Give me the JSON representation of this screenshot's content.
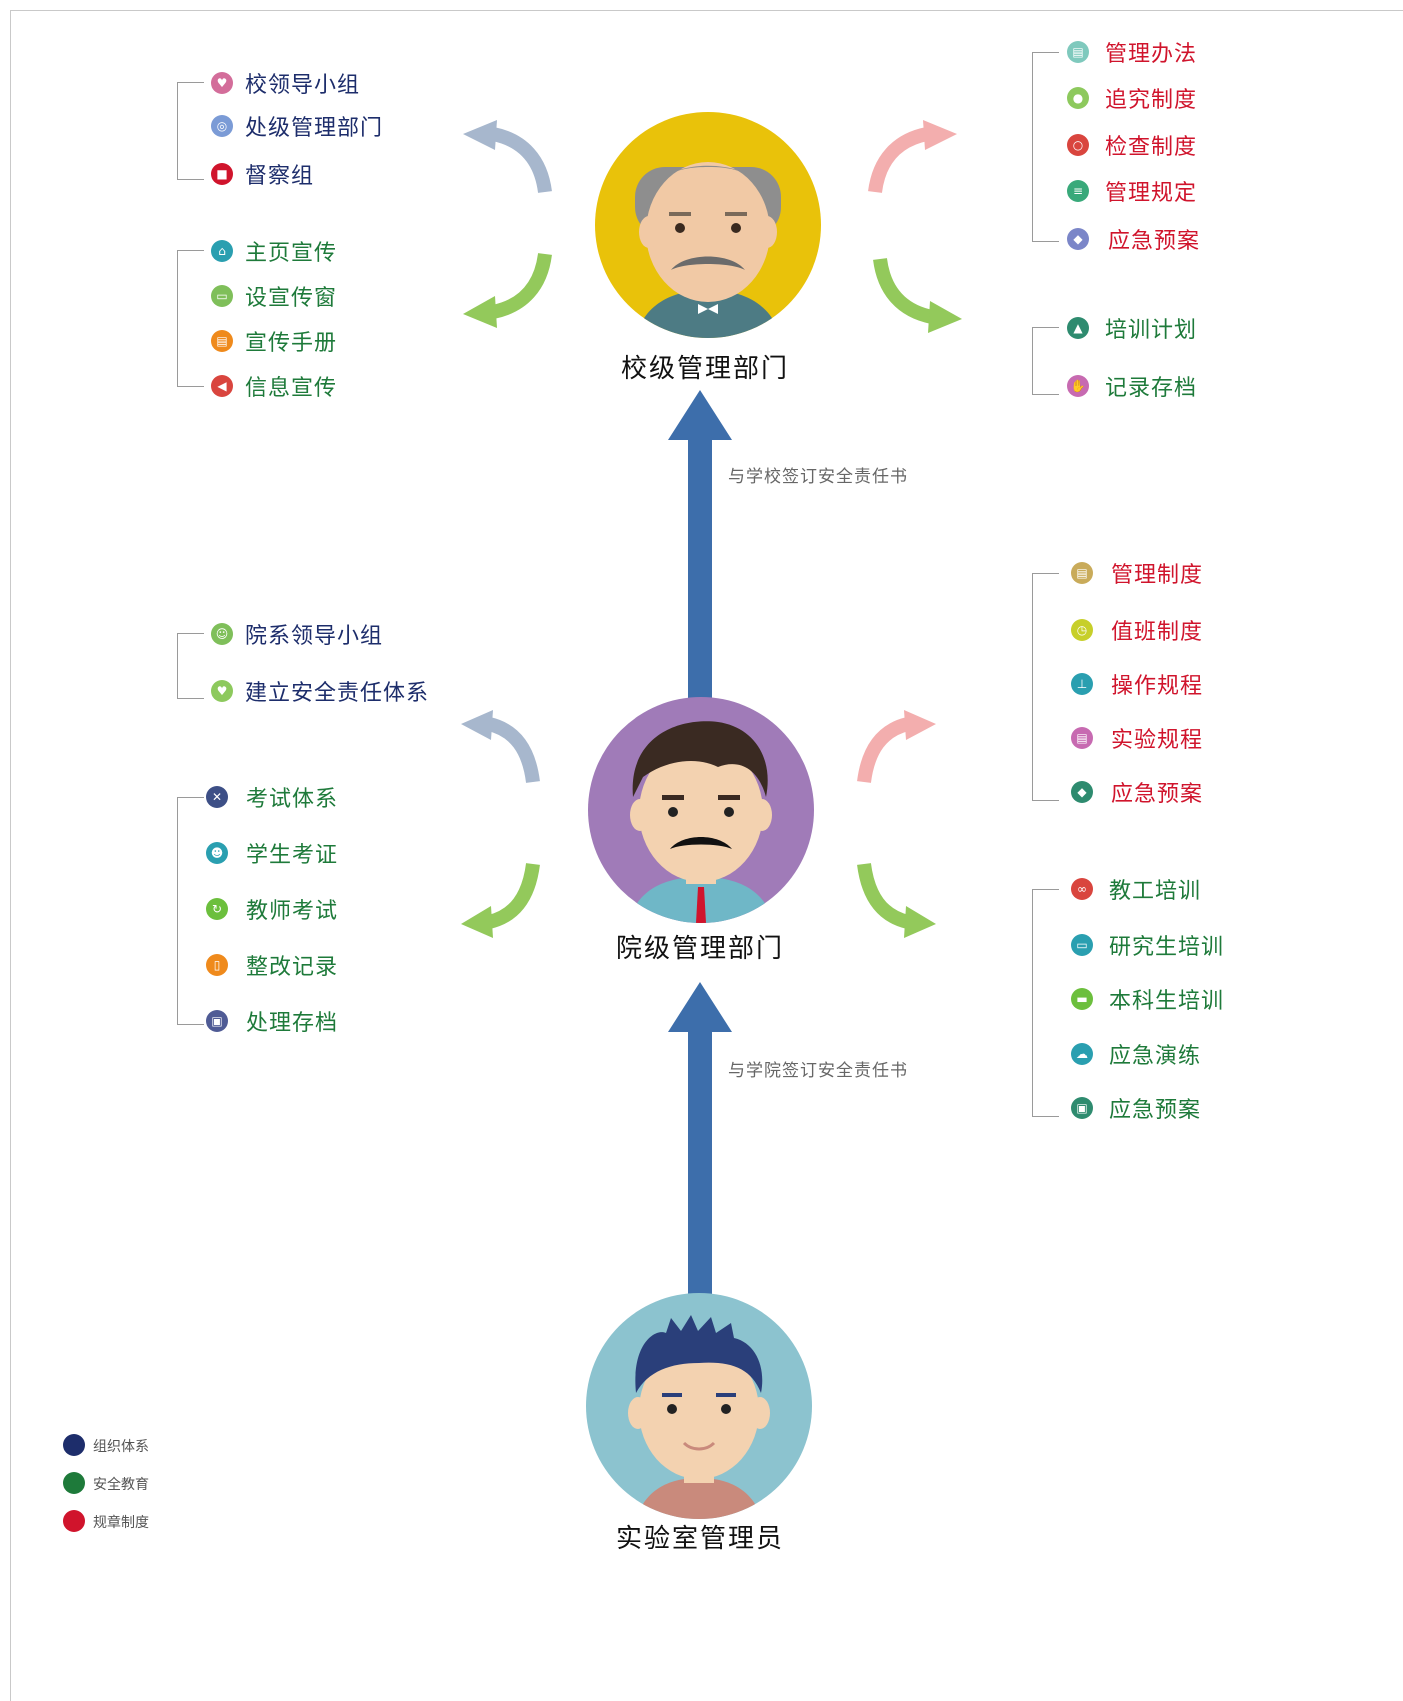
{
  "colors": {
    "org": "#1d2d6b",
    "edu": "#1e7a3a",
    "rule": "#d0142c",
    "arrow": "#3d6eab"
  },
  "school": {
    "title": "校级管理部门",
    "org_items": [
      {
        "label": "校领导小组",
        "icon": "group-icon",
        "color": "#d36d9a"
      },
      {
        "label": "处级管理部门",
        "icon": "target-icon",
        "color": "#7b9bd6"
      },
      {
        "label": "督察组",
        "icon": "gift-icon",
        "color": "#d0142c"
      }
    ],
    "edu_items": [
      {
        "label": "主页宣传",
        "icon": "home-icon",
        "color": "#2a9fb0"
      },
      {
        "label": "设宣传窗",
        "icon": "board-icon",
        "color": "#7fbf5a"
      },
      {
        "label": "宣传手册",
        "icon": "book-icon",
        "color": "#ef8a1c"
      },
      {
        "label": "信息宣传",
        "icon": "megaphone-icon",
        "color": "#d9453e"
      }
    ],
    "rule_items": [
      {
        "label": "管理办法",
        "icon": "document-icon",
        "color": "#7fc9bd"
      },
      {
        "label": "追究制度",
        "icon": "location-pin-icon",
        "color": "#8dc95d"
      },
      {
        "label": "检查制度",
        "icon": "search-icon",
        "color": "#d9453e"
      },
      {
        "label": "管理规定",
        "icon": "list-icon",
        "color": "#39a97a"
      },
      {
        "label": "应急预案",
        "icon": "bulb-icon",
        "color": "#7b86c8"
      }
    ],
    "edu_right_items": [
      {
        "label": "培训计划",
        "icon": "presenter-icon",
        "color": "#2e8b6f"
      },
      {
        "label": "记录存档",
        "icon": "hand-icon",
        "color": "#c76ab1"
      }
    ]
  },
  "college": {
    "title": "院级管理部门",
    "org_items": [
      {
        "label": "院系领导小组",
        "icon": "team-icon",
        "color": "#7fbf5a"
      },
      {
        "label": "建立安全责任体系",
        "icon": "heart-icon",
        "color": "#8dc95d"
      }
    ],
    "edu_items": [
      {
        "label": "考试体系",
        "icon": "tools-icon",
        "color": "#3d4f86"
      },
      {
        "label": "学生考证",
        "icon": "student-icon",
        "color": "#2a9fb0"
      },
      {
        "label": "教师考试",
        "icon": "recycle-icon",
        "color": "#6cbf3d"
      },
      {
        "label": "整改记录",
        "icon": "clipboard-icon",
        "color": "#ef8a1c"
      },
      {
        "label": "处理存档",
        "icon": "archive-icon",
        "color": "#4f5b95"
      }
    ],
    "rule_items": [
      {
        "label": "管理制度",
        "icon": "document-icon",
        "color": "#c9ab5a"
      },
      {
        "label": "值班制度",
        "icon": "clock-icon",
        "color": "#c7cf2a"
      },
      {
        "label": "操作规程",
        "icon": "lab-icon",
        "color": "#2a9fb0"
      },
      {
        "label": "实验规程",
        "icon": "note-icon",
        "color": "#c76ab1"
      },
      {
        "label": "应急预案",
        "icon": "bulb-icon",
        "color": "#2e8b6f"
      }
    ],
    "edu_right_items": [
      {
        "label": "教工培训",
        "icon": "infinity-icon",
        "color": "#d9453e"
      },
      {
        "label": "研究生培训",
        "icon": "monitor-icon",
        "color": "#2a9fb0"
      },
      {
        "label": "本科生培训",
        "icon": "screen-icon",
        "color": "#6cbf3d"
      },
      {
        "label": "应急演练",
        "icon": "cloud-icon",
        "color": "#2a9fb0"
      },
      {
        "label": "应急预案",
        "icon": "briefcase-icon",
        "color": "#2e8b6f"
      }
    ]
  },
  "lab": {
    "title": "实验室管理员"
  },
  "captions": {
    "upper": "与学校签订安全责任书",
    "lower": "与学院签订安全责任书"
  },
  "legend": [
    {
      "label": "组织体系",
      "color": "#1d2d6b"
    },
    {
      "label": "安全教育",
      "color": "#1e7a3a"
    },
    {
      "label": "规章制度",
      "color": "#d0142c"
    }
  ]
}
